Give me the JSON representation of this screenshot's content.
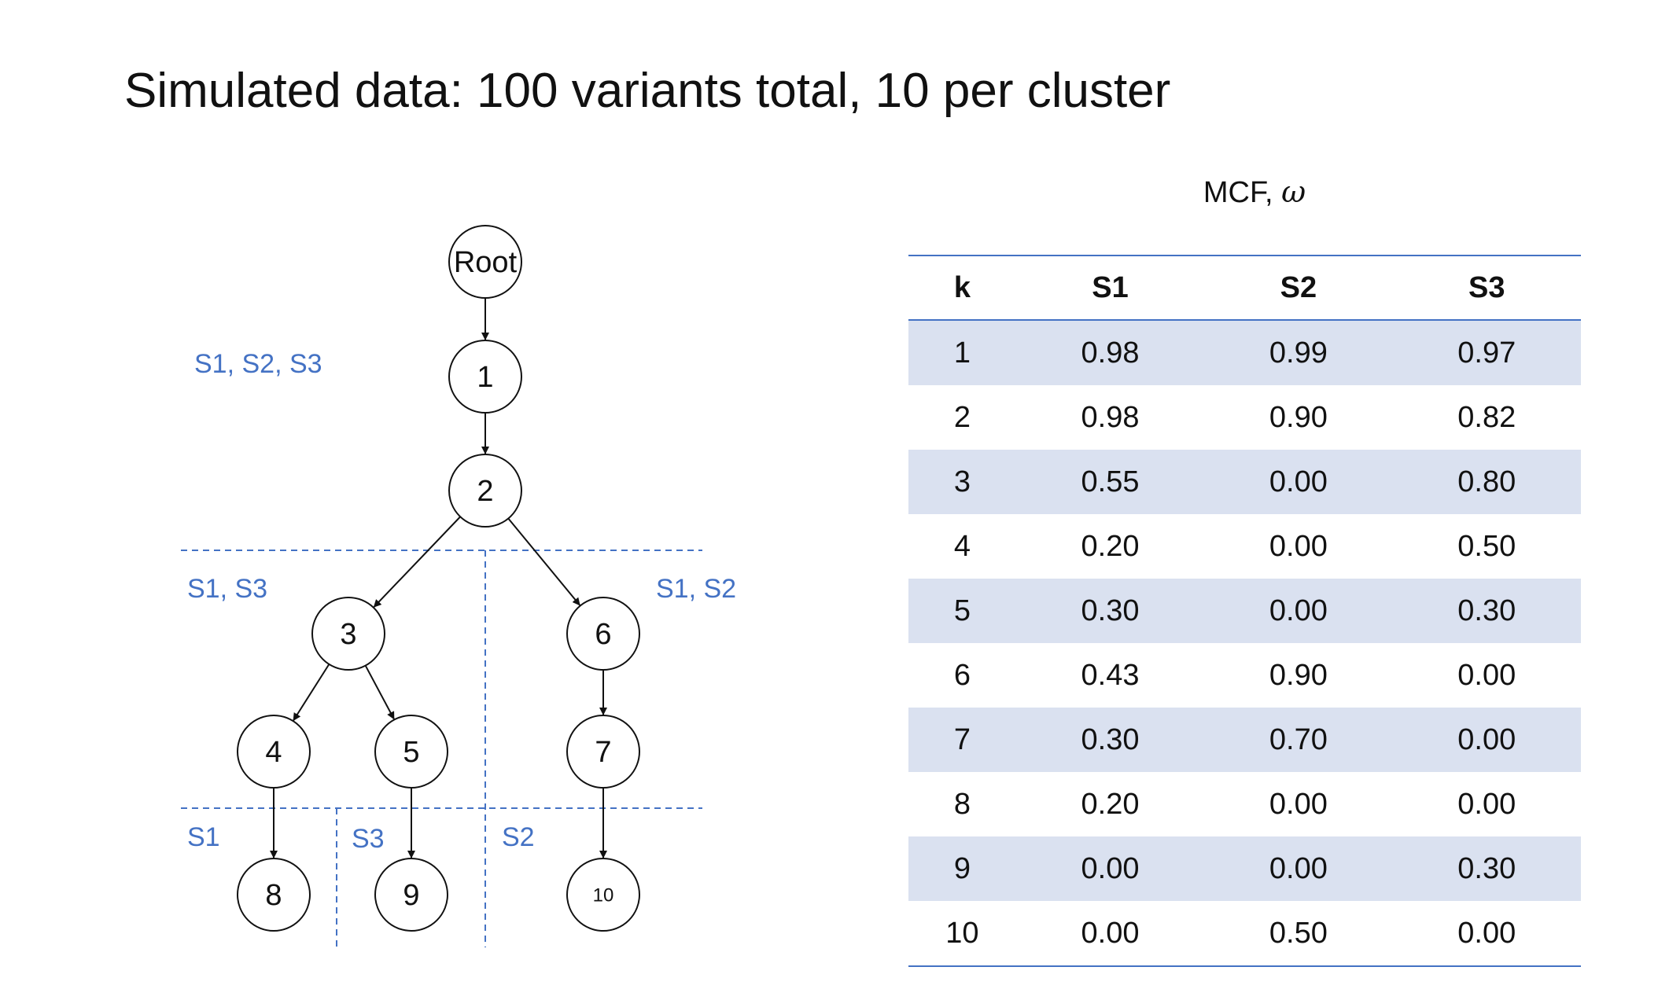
{
  "title": "Simulated data: 100 variants total, 10 per cluster",
  "tree": {
    "nodes": [
      {
        "id": "root",
        "label": "Root"
      },
      {
        "id": "n1",
        "label": "1"
      },
      {
        "id": "n2",
        "label": "2"
      },
      {
        "id": "n3",
        "label": "3"
      },
      {
        "id": "n6",
        "label": "6"
      },
      {
        "id": "n4",
        "label": "4"
      },
      {
        "id": "n5",
        "label": "5"
      },
      {
        "id": "n7",
        "label": "7"
      },
      {
        "id": "n8",
        "label": "8"
      },
      {
        "id": "n9",
        "label": "9"
      },
      {
        "id": "n10",
        "label": "10"
      }
    ],
    "edges": [
      [
        "root",
        "n1"
      ],
      [
        "n1",
        "n2"
      ],
      [
        "n2",
        "n3"
      ],
      [
        "n2",
        "n6"
      ],
      [
        "n3",
        "n4"
      ],
      [
        "n3",
        "n5"
      ],
      [
        "n6",
        "n7"
      ],
      [
        "n4",
        "n8"
      ],
      [
        "n5",
        "n9"
      ],
      [
        "n7",
        "n10"
      ]
    ],
    "region_labels": {
      "top": "S1, S2, S3",
      "left_mid": "S1, S3",
      "right_mid": "S1, S2",
      "bottom_left": "S1",
      "bottom_mid": "S3",
      "bottom_right": "S2"
    },
    "colors": {
      "region": "#4472c4",
      "edge": "#111111"
    }
  },
  "table": {
    "caption": "MCF, ",
    "caption_symbol": "ω",
    "headers": [
      "k",
      "S1",
      "S2",
      "S3"
    ],
    "rows": [
      [
        "1",
        "0.98",
        "0.99",
        "0.97"
      ],
      [
        "2",
        "0.98",
        "0.90",
        "0.82"
      ],
      [
        "3",
        "0.55",
        "0.00",
        "0.80"
      ],
      [
        "4",
        "0.20",
        "0.00",
        "0.50"
      ],
      [
        "5",
        "0.30",
        "0.00",
        "0.30"
      ],
      [
        "6",
        "0.43",
        "0.90",
        "0.00"
      ],
      [
        "7",
        "0.30",
        "0.70",
        "0.00"
      ],
      [
        "8",
        "0.20",
        "0.00",
        "0.00"
      ],
      [
        "9",
        "0.00",
        "0.00",
        "0.30"
      ],
      [
        "10",
        "0.00",
        "0.50",
        "0.00"
      ]
    ],
    "colors": {
      "rule": "#4472c4",
      "band": "#dae1f0"
    }
  }
}
